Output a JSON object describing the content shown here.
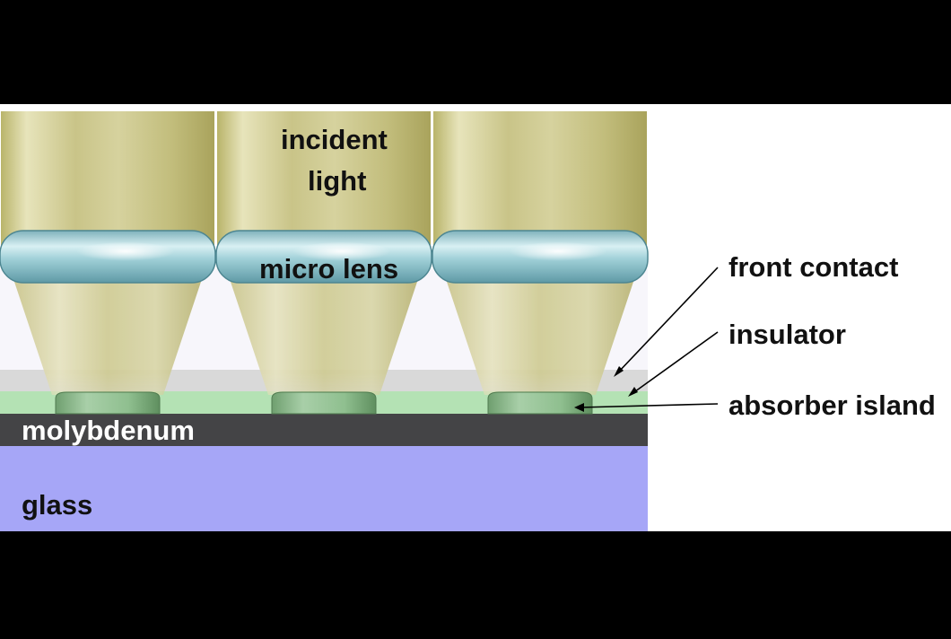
{
  "labels": {
    "incident_light_line1": "incident",
    "incident_light_line2": "light",
    "micro_lens": "micro lens",
    "front_contact": "front contact",
    "insulator": "insulator",
    "absorber_island": "absorber island",
    "molybdenum": "molybdenum",
    "glass": "glass"
  },
  "colors": {
    "background": "#000000",
    "panel": "#ffffff",
    "glass": "#a6a6f7",
    "molybdenum": "#444446",
    "insulator": "#b4e2b4",
    "front_contact": "#d9d9d9",
    "light_cone": "#d8d49a",
    "micro_lens": "#a9d6dc",
    "absorber": "#8ab88a"
  },
  "structure": {
    "lens_count": 3
  }
}
